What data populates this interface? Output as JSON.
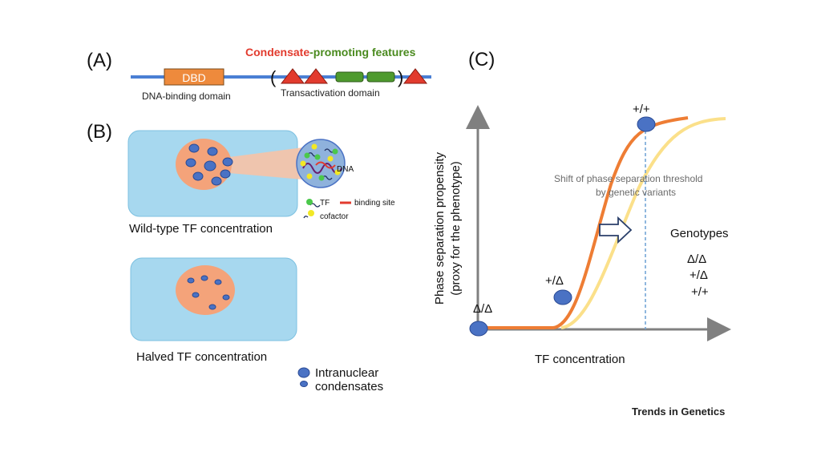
{
  "panel_labels": {
    "a": "(A)",
    "b": "(B)",
    "c": "(C)"
  },
  "panel_a": {
    "header_word_red": "Condensate",
    "header_word_green": "-promoting features",
    "dbd_label": "DBD",
    "dbd_caption": "DNA-binding domain",
    "tad_caption": "Transactivation domain",
    "open_paren": "(",
    "close_paren": ")",
    "colors": {
      "backbone": "#4a7fd4",
      "dbd": "#ee8a3c",
      "triangle": "#e23b2e",
      "bar": "#4e9a2e",
      "red_text": "#e23b2e",
      "green_text": "#4a8a1e"
    }
  },
  "panel_b": {
    "wt_caption": "Wild-type TF concentration",
    "halved_caption": "Halved TF concentration",
    "inset_dna_label": "DNA",
    "key_tf": "TF",
    "key_binding": "binding site",
    "key_cofactor": "cofactor",
    "legend_line1": "Intranuclear",
    "legend_line2": "condensates",
    "colors": {
      "cell": "#a7d8ef",
      "nucleus": "#f4a37a",
      "condensate": "#4a72c4",
      "tf": "#4bc84b",
      "cofactor": "#f2e826",
      "binding": "#e23b2e"
    }
  },
  "panel_c": {
    "y_label_line1": "Phase separation propensity",
    "y_label_line2": "(proxy for the phenotype)",
    "x_label": "TF concentration",
    "annotation_line1": "Shift of phase separation threshold",
    "annotation_line2": "by genetic variants",
    "point_dd": "Δ/Δ",
    "point_pd": "+/Δ",
    "point_pp": "+/+",
    "genotypes_title": "Genotypes",
    "genotypes": [
      "Δ/Δ",
      "+/Δ",
      "+/+"
    ],
    "colors": {
      "curve_main": "#ee7d34",
      "curve_shifted": "#fbe08a",
      "axis": "#808080",
      "dashed": "#6a9fd4",
      "marker": "#4a72c4"
    }
  },
  "footer": "Trends in Genetics"
}
